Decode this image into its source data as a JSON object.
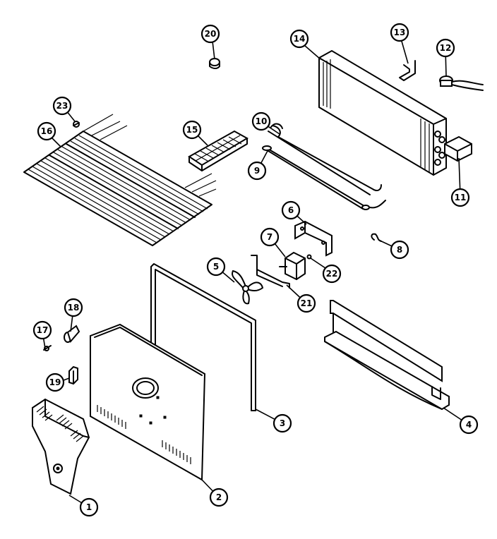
{
  "parts": [
    {
      "id": "p1",
      "label": "1"
    },
    {
      "id": "p2",
      "label": "2"
    },
    {
      "id": "p3",
      "label": "3"
    },
    {
      "id": "p4",
      "label": "4"
    },
    {
      "id": "p5",
      "label": "5"
    },
    {
      "id": "p6",
      "label": "6"
    },
    {
      "id": "p7",
      "label": "7"
    },
    {
      "id": "p8",
      "label": "8"
    },
    {
      "id": "p9",
      "label": "9"
    },
    {
      "id": "p10",
      "label": "10"
    },
    {
      "id": "p11",
      "label": "11"
    },
    {
      "id": "p12",
      "label": "12"
    },
    {
      "id": "p13",
      "label": "13"
    },
    {
      "id": "p14",
      "label": "14"
    },
    {
      "id": "p15",
      "label": "15"
    },
    {
      "id": "p16",
      "label": "16"
    },
    {
      "id": "p17",
      "label": "17"
    },
    {
      "id": "p18",
      "label": "18"
    },
    {
      "id": "p19",
      "label": "19"
    },
    {
      "id": "p20",
      "label": "20"
    },
    {
      "id": "p21",
      "label": "21"
    },
    {
      "id": "p22",
      "label": "22"
    },
    {
      "id": "p23",
      "label": "23"
    }
  ]
}
